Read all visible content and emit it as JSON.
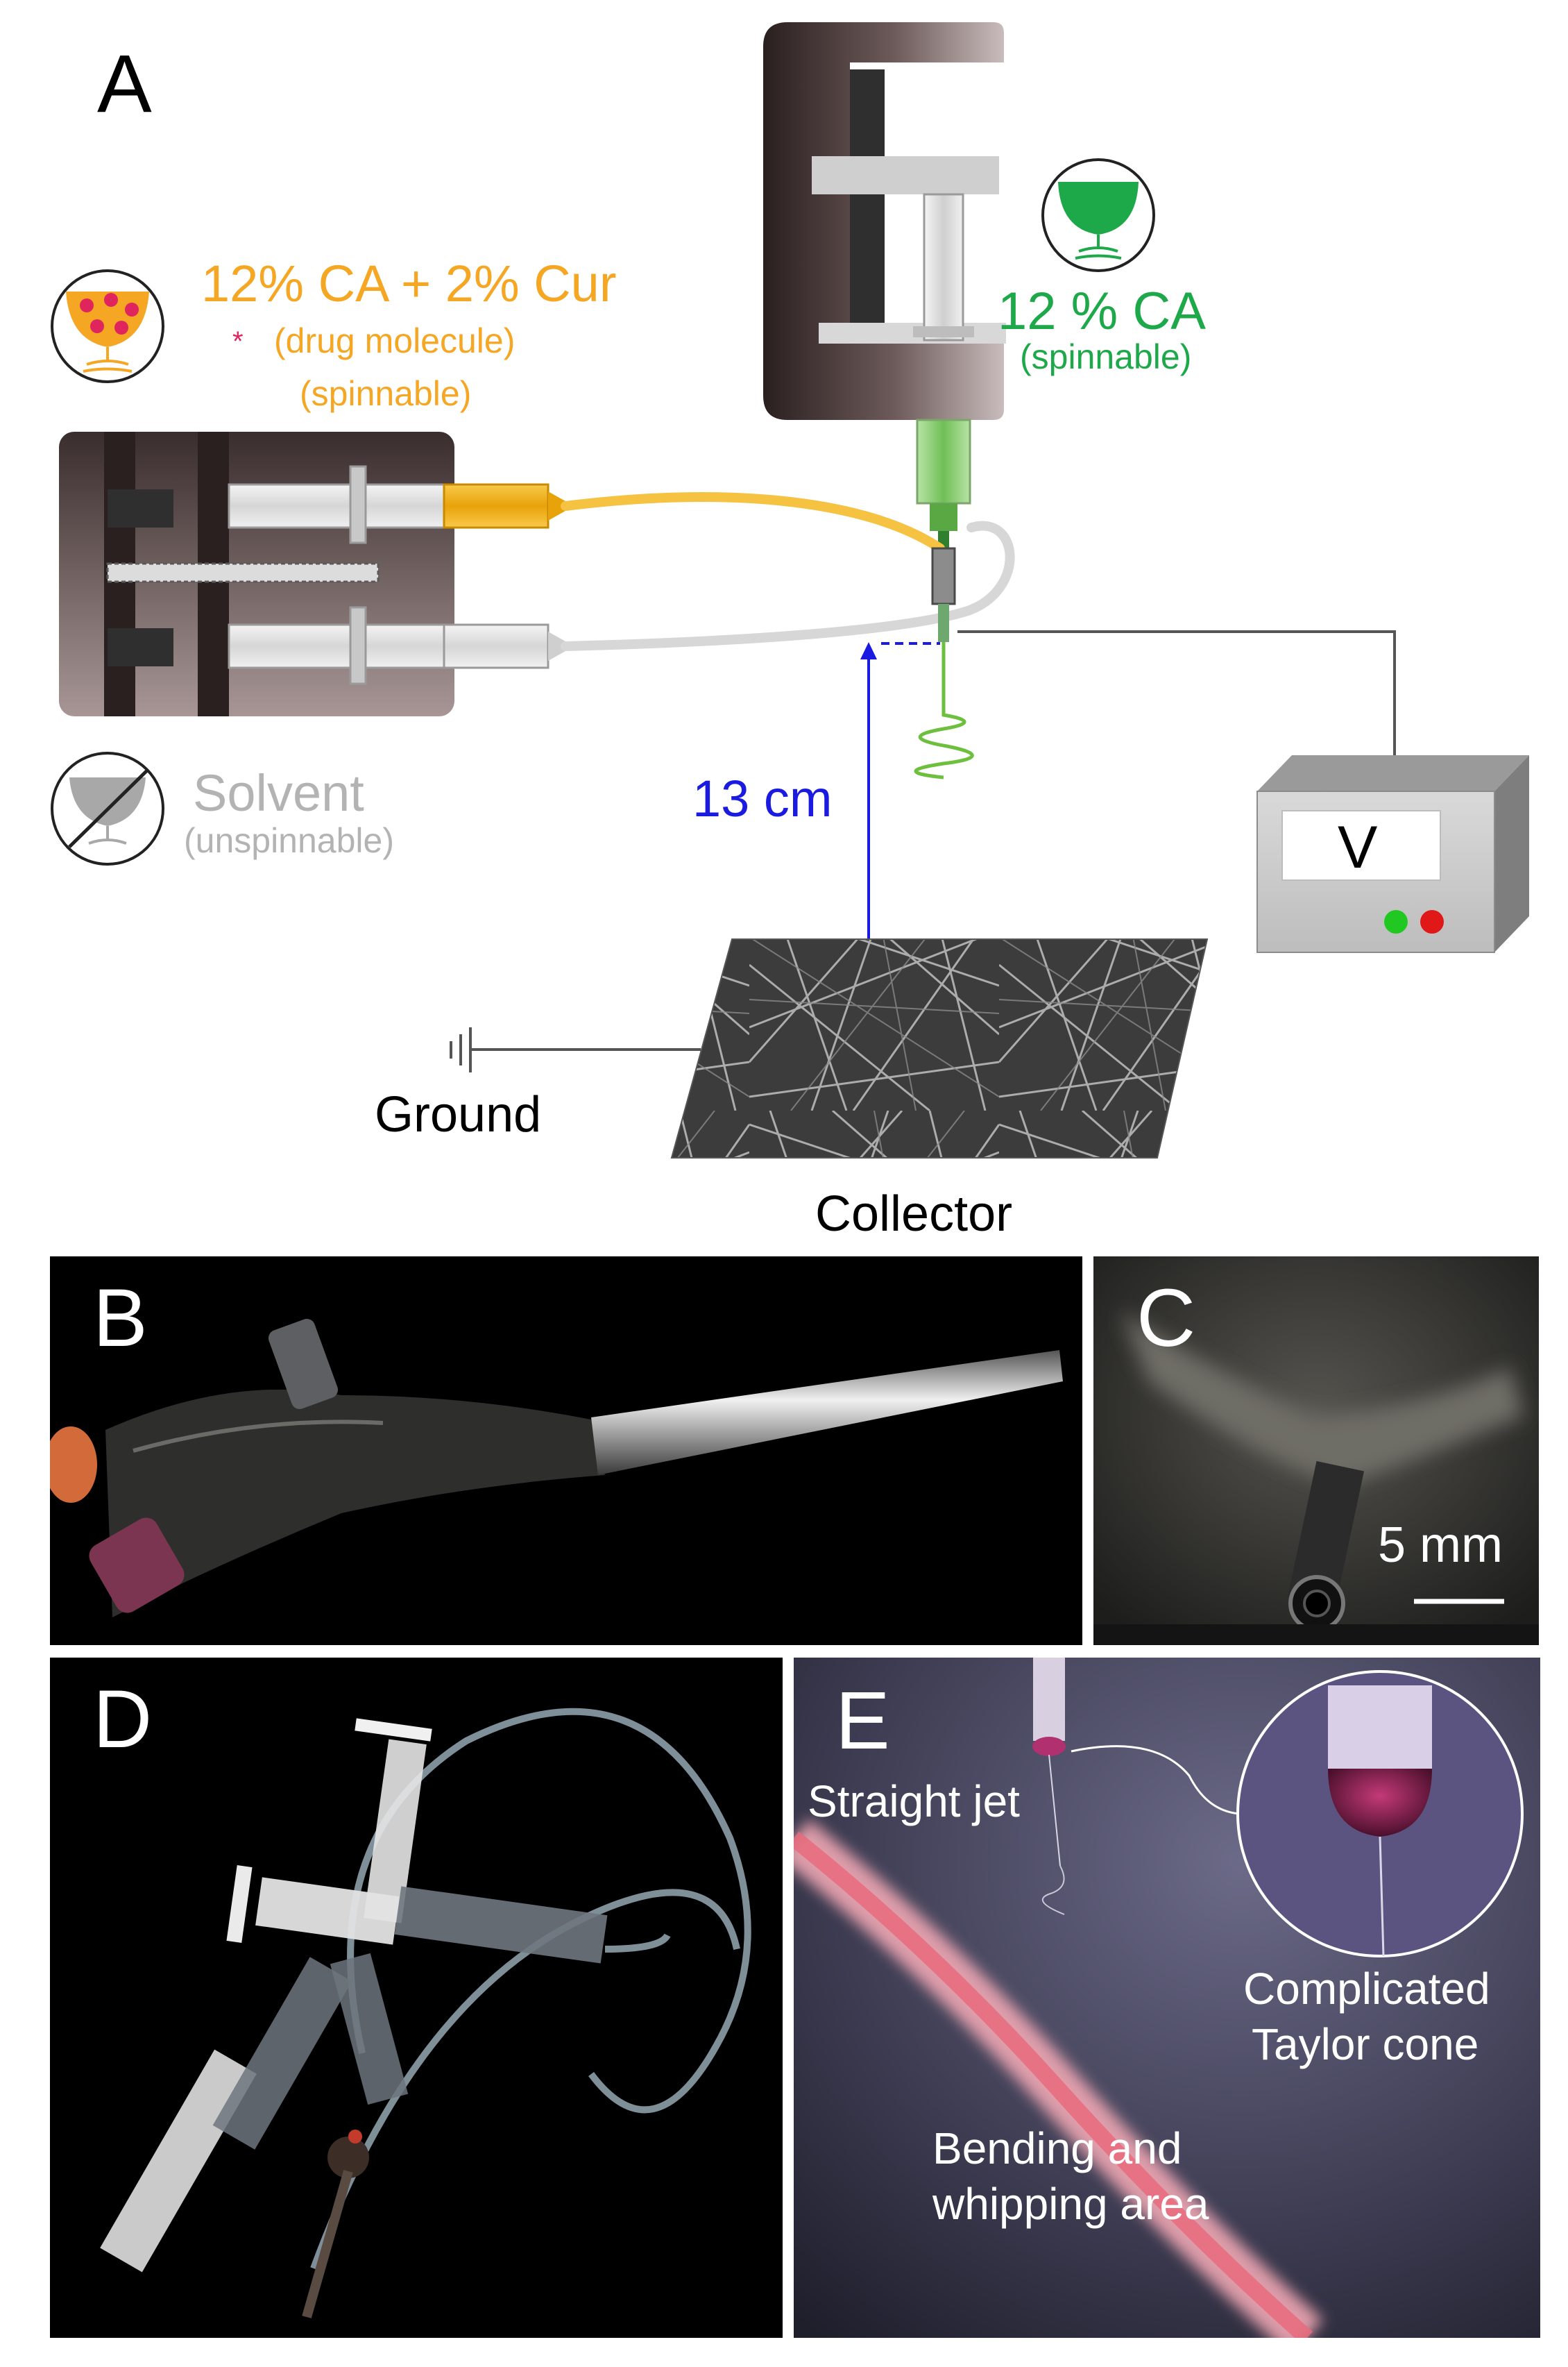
{
  "panel_a": {
    "letter": "A",
    "cur_solution": "12% CA + 2% Cur",
    "drug_label": "(drug molecule)",
    "cur_spinnable": "(spinnable)",
    "ca_solution": "12 % CA",
    "ca_spinnable": "(spinnable)",
    "solvent": "Solvent",
    "solvent_note": "(unspinnable)",
    "distance": "13 cm",
    "voltage_symbol": "V",
    "ground": "Ground",
    "collector": "Collector"
  },
  "panel_b": {
    "letter": "B"
  },
  "panel_c": {
    "letter": "C",
    "scale": "5 mm"
  },
  "panel_d": {
    "letter": "D"
  },
  "panel_e": {
    "letter": "E",
    "straight_jet": "Straight jet",
    "taylor_line1": "Complicated",
    "taylor_line2": "Taylor cone",
    "bending_line1": "Bending and",
    "bending_line2": "whipping area"
  },
  "colors": {
    "cur_orange": "#F5A623",
    "ca_green": "#1DA84A",
    "solvent_grey": "#B3B3B3",
    "distance_blue": "#1A1AE0",
    "led_green": "#22C822",
    "led_red": "#E01818"
  }
}
